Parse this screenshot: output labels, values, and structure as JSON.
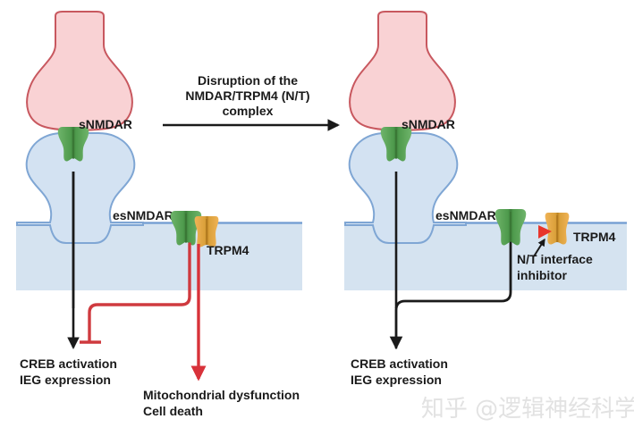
{
  "figure": {
    "title": "NMDAR/TRPM4 complex disruption signaling schematic",
    "watermark": "知乎 @逻辑神经科学",
    "colors": {
      "presynaptic_fill": "#f9d2d4",
      "presynaptic_stroke": "#c8585f",
      "postsynaptic_fill": "#d3e2f2",
      "postsynaptic_stroke": "#7fa6d4",
      "membrane_band": "#d5e3f0",
      "membrane_line": "#6f9ad1",
      "nmdar_green": "#62a860",
      "nmdar_green_dark": "#3f7f3e",
      "trpm4_orange": "#e8a33d",
      "trpm4_orange_dark": "#c07f22",
      "inhibitor_red": "#e03b2f",
      "death_red": "#d8323a",
      "arrow_black": "#1a1a1a",
      "text": "#1a1a1a",
      "watermark": "#e2e2e2"
    }
  },
  "transition": {
    "caption_line1": "Disruption of the",
    "caption_line2": "NMDAR/TRPM4 (N/T)",
    "caption_line3": "complex"
  },
  "left_panel": {
    "name": "intact-complex-panel",
    "labels": {
      "snmdar": "sNMDAR",
      "esnmdar": "esNMDAR",
      "trpm4": "TRPM4"
    },
    "outcomes": {
      "survival_line1": "CREB activation",
      "survival_line2": "IEG expression",
      "death_line1": "Mitochondrial dysfunction",
      "death_line2": "Cell death"
    }
  },
  "right_panel": {
    "name": "disrupted-complex-panel",
    "labels": {
      "snmdar": "sNMDAR",
      "esnmdar": "esNMDAR",
      "trpm4": "TRPM4",
      "inhibitor_line1": "N/T interface",
      "inhibitor_line2": "inhibitor"
    },
    "outcomes": {
      "survival_line1": "CREB activation",
      "survival_line2": "IEG expression"
    }
  }
}
